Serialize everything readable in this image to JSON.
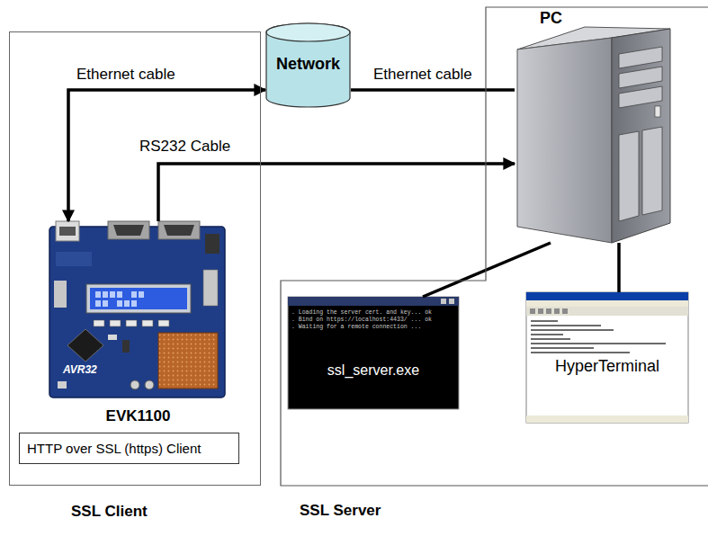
{
  "diagram": {
    "nodes": [
      {
        "text": [
          "SSL Client"
        ]
      },
      {
        "text": [
          "SSL Server"
        ]
      },
      {
        "text": [
          "Network"
        ]
      },
      {
        "text": [
          "PC"
        ],
        "in": 1
      },
      {
        "text": [
          "EVK1100"
        ],
        "in": 0
      },
      {
        "text": [
          "HTTP over SSL (https) Client"
        ],
        "in": 0
      },
      {
        "text": [
          "ssl_server.exe"
        ],
        "in": 1
      },
      {
        "text": [
          "HyperTerminal"
        ],
        "in": 1
      }
    ],
    "edges": [
      {
        "from": 4,
        "to": 2,
        "arrow": "both",
        "label": "Ethernet cable"
      },
      {
        "from": 2,
        "to": 3,
        "arrow": "none",
        "label": "Ethernet cable"
      },
      {
        "from": 4,
        "to": 3,
        "arrow": "to",
        "label": "RS232 Cable"
      },
      {
        "from": 3,
        "to": 6,
        "arrow": "none"
      },
      {
        "from": 3,
        "to": 7,
        "arrow": "none"
      }
    ],
    "labels": [
      "AVR32",
      ". Loading the server cert. and key... ok",
      ". Bind on https://localhost:4433/ ... ok",
      ". Waiting for a remote connection ..."
    ]
  }
}
